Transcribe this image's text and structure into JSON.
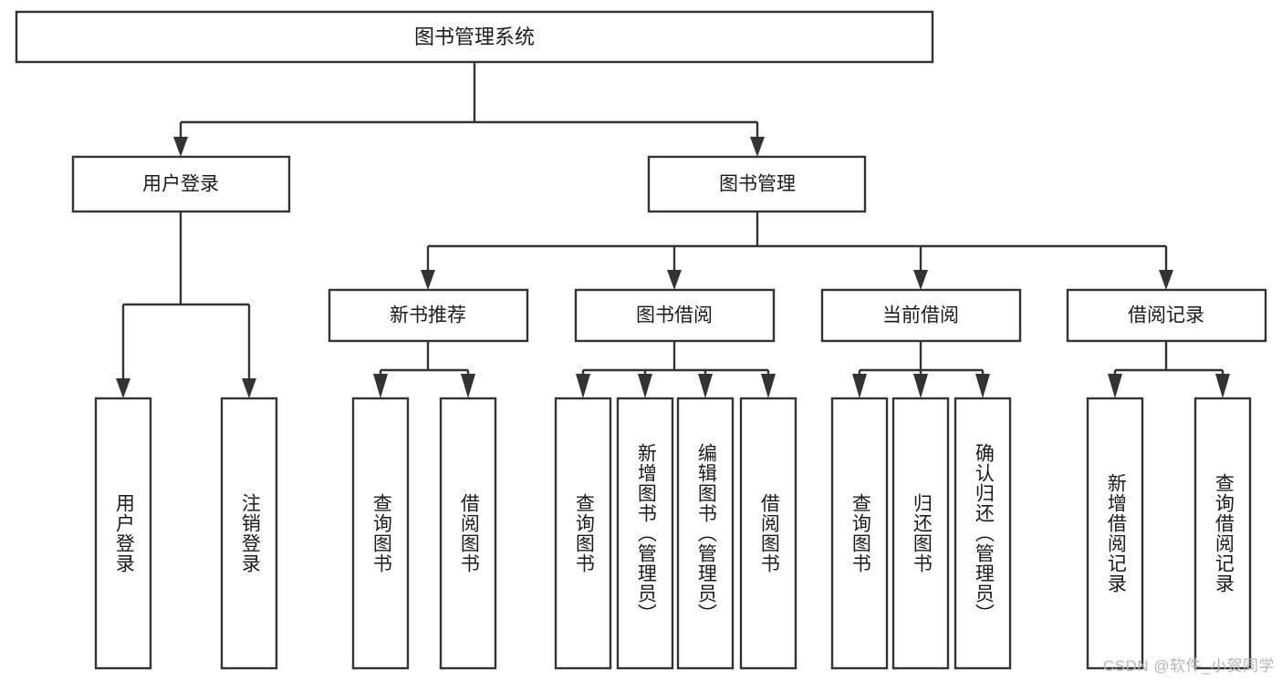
{
  "diagram": {
    "type": "tree",
    "title": "图书管理系统",
    "watermark": "CSDN @软件_小贺同学",
    "colors": {
      "box_stroke": "#333333",
      "box_fill": "#ffffff",
      "text": "#1a1a1a",
      "background": "#ffffff",
      "watermark": "#b5b5b5"
    },
    "root": {
      "label": "图书管理系统"
    },
    "level2": [
      {
        "label": "用户登录"
      },
      {
        "label": "图书管理"
      }
    ],
    "level3": [
      {
        "label": "新书推荐"
      },
      {
        "label": "图书借阅"
      },
      {
        "label": "当前借阅"
      },
      {
        "label": "借阅记录"
      }
    ],
    "leaves": {
      "user_login": [
        {
          "label": "用户登录"
        },
        {
          "label": "注销登录"
        }
      ],
      "new_book": [
        {
          "label": "查询图书"
        },
        {
          "label": "借阅图书"
        }
      ],
      "book_borrow": [
        {
          "label": "查询图书"
        },
        {
          "label": "新增图书（管理员）"
        },
        {
          "label": "编辑图书（管理员）"
        },
        {
          "label": "借阅图书"
        }
      ],
      "current_borrow": [
        {
          "label": "查询图书"
        },
        {
          "label": "归还图书"
        },
        {
          "label": "确认归还（管理员）"
        }
      ],
      "borrow_record": [
        {
          "label": "新增借阅记录"
        },
        {
          "label": "查询借阅记录"
        }
      ]
    }
  }
}
